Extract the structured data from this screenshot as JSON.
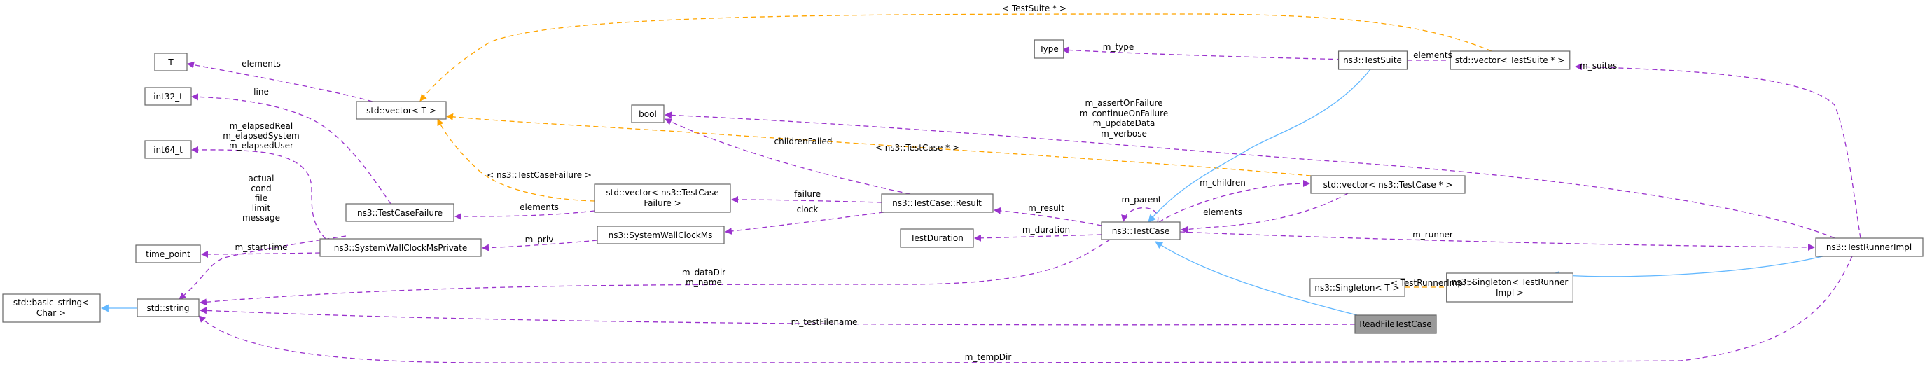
{
  "colors": {
    "member_edge": "#9a32cd",
    "template_edge": "#ffa500",
    "inherit_edge": "#63b8ff",
    "focus_fill": "#999999",
    "node_border": "#666666"
  },
  "nodes": {
    "T": "T",
    "int32": "int32_t",
    "int64": "int64_t",
    "vectorT": "std::vector< T >",
    "timePoint": "time_point",
    "basicString": [
      "std::basic_string<",
      "Char >"
    ],
    "string": "std::string",
    "testCaseFailure": "ns3::TestCaseFailure",
    "sysWallPriv": "ns3::SystemWallClockMsPrivate",
    "bool": "bool",
    "vectorFailure": [
      "std::vector< ns3::TestCase",
      "Failure >"
    ],
    "sysWall": "ns3::SystemWallClockMs",
    "result": "ns3::TestCase::Result",
    "testDuration": "TestDuration",
    "testCase": "ns3::TestCase",
    "type": "Type",
    "testSuite": "ns3::TestSuite",
    "vectorSuite": "std::vector< TestSuite * >",
    "vectorTestCase": "std::vector< ns3::TestCase * >",
    "runnerImpl": "ns3::TestRunnerImpl",
    "singletonT": "ns3::Singleton< T >",
    "singletonRunner": [
      "ns3::Singleton< TestRunner",
      "Impl >"
    ],
    "readFile": "ReadFileTestCase"
  },
  "edge_labels": {
    "vecT_elements": "elements",
    "failure_line": "line",
    "priv_elapsed": [
      "m_elapsedReal",
      "m_elapsedSystem",
      "m_elapsedUser"
    ],
    "failure_strings": [
      "actual",
      "cond",
      "file",
      "limit",
      "message"
    ],
    "priv_startTime": "m_startTime",
    "sysWall_priv": "m_priv",
    "vecFailure_tmpl": "< ns3::TestCaseFailure >",
    "vecFailure_elements": "elements",
    "result_childrenFailed": "childrenFailed",
    "result_failure": "failure",
    "result_clock": "clock",
    "testCase_result": "m_result",
    "testCase_duration": "m_duration",
    "testCase_parent": "m_parent",
    "testCase_children": "m_children",
    "vecTC_elements": "elements",
    "vecTC_tmpl": "< ns3::TestCase * >",
    "testCase_bools": [
      "m_assertOnFailure",
      "m_continueOnFailure",
      "m_updateData",
      "m_verbose"
    ],
    "testCase_strings": [
      "m_dataDir",
      "m_name"
    ],
    "testCase_runner": "m_runner",
    "suite_type": "m_type",
    "vecSuite_elements": "elements",
    "vecSuite_tmpl": "< TestSuite * >",
    "runner_suites": "m_suites",
    "singleton_tmpl": "< TestRunnerImpl >",
    "readFile_testFilename": "m_testFilename",
    "runner_tempDir": "m_tempDir"
  }
}
